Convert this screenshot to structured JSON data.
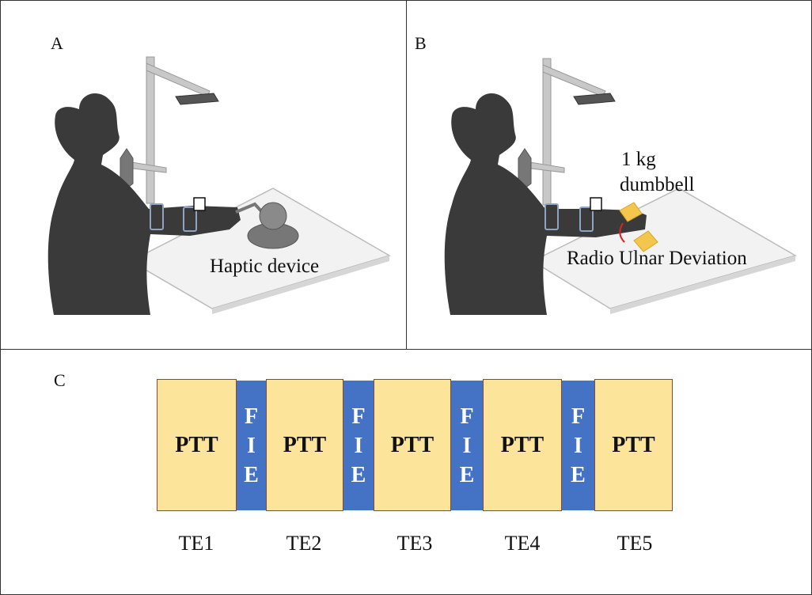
{
  "panels": {
    "a": {
      "letter": "A",
      "label": "Haptic device"
    },
    "b": {
      "letter": "B",
      "label_weight_line1": "1 kg",
      "label_weight_line2": "dumbbell",
      "label_motion": "Radio Ulnar Deviation"
    },
    "c": {
      "letter": "C"
    }
  },
  "timeline": {
    "block_label": "PTT",
    "interval_letters": [
      "F",
      "I",
      "E"
    ],
    "epochs": [
      "TE1",
      "TE2",
      "TE3",
      "TE4",
      "TE5"
    ]
  },
  "colors": {
    "ptt_fill": "#fde49b",
    "ptt_border": "#8b4a2b",
    "fie_fill": "#4472c4",
    "silhouette": "#3a3a3a",
    "table": "#f2f2f2"
  }
}
